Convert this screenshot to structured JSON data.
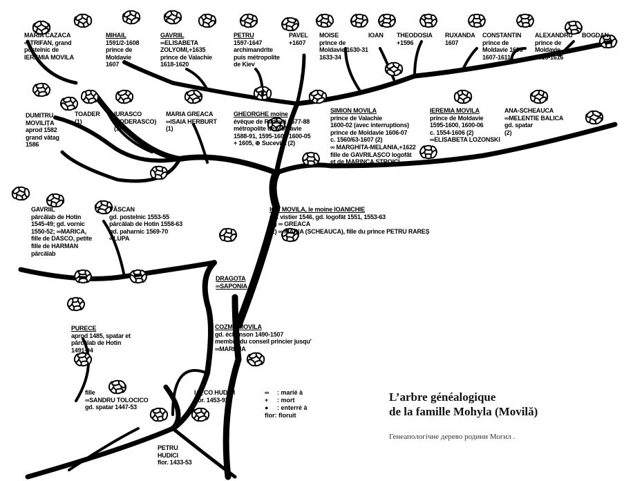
{
  "title": [
    "L’arbre généalogique",
    "de la famille Mohyla (Movilă)"
  ],
  "subtitle": "Генеапологічне дерево родини Могил .",
  "legend": [
    {
      "symbol": "∞",
      "text": ": marié à"
    },
    {
      "symbol": "+",
      "text": ": mort"
    },
    {
      "symbol": "●",
      "text": ": enterré à"
    },
    {
      "symbol": "flor",
      "text": ": floruit"
    }
  ],
  "persons": [
    {
      "id": "maria-cazaca",
      "lines": [
        "MARIA CAZACA",
        "∞ TRIFAN, grand",
        "postelnic de",
        "IEREMIA MOVILA"
      ]
    },
    {
      "id": "mihail",
      "lines": [
        "MIHAIL",
        "1591/2-1608",
        "prince de",
        "Moldavie",
        "1607"
      ]
    },
    {
      "id": "gavriil",
      "lines": [
        "GAVRIIL",
        "∞ELISABETA",
        "ZOLYOMI,+1635",
        "prince de Valachie",
        "1618-1620"
      ]
    },
    {
      "id": "petru",
      "lines": [
        "PETRU",
        "1597-1647",
        "archimandrite",
        "puis métropolite",
        "de Kiev"
      ]
    },
    {
      "id": "pavel",
      "lines": [
        "PAVEL",
        "+1607"
      ]
    },
    {
      "id": "moise",
      "lines": [
        "MOISE",
        "prince de",
        "Moldavie 1630-31",
        "1633-34"
      ]
    },
    {
      "id": "ioan",
      "lines": [
        "IOAN"
      ]
    },
    {
      "id": "theodosia",
      "lines": [
        "THEODOSIA",
        "+1596"
      ]
    },
    {
      "id": "ruxanda",
      "lines": [
        "RUXANDA",
        "1607"
      ]
    },
    {
      "id": "constantin",
      "lines": [
        "CONSTANTIN",
        "prince de",
        "Moldavie 1606",
        "1607-1611"
      ]
    },
    {
      "id": "alexandru",
      "lines": [
        "ALEXANDRU",
        "prince de",
        "Moldavie",
        "1615-1616"
      ]
    },
    {
      "id": "bogdan",
      "lines": [
        "BOGDAN"
      ]
    },
    {
      "id": "dumitru",
      "lines": [
        "DUMITRU",
        "MOVILIȚA",
        "aprod 1582",
        "grand vătag",
        "1586"
      ]
    },
    {
      "id": "toader",
      "lines": [
        "TOADER",
        "(1)"
      ]
    },
    {
      "id": "iurasco",
      "lines": [
        "IURASCO",
        "(TODERASCO)",
        "(1)"
      ]
    },
    {
      "id": "maria-greaca",
      "lines": [
        "MARIA GREACA",
        "∞ISAIA HERBURT",
        "(1)"
      ]
    },
    {
      "id": "gheorghe",
      "lines": [
        "GHEORGHE moine",
        "évêque de Rădăuți 1577-88",
        "métropolite de Moldavie",
        "1588-91, 1595-1600 1600-05",
        "+ 1605, ⊕ Sucevița (2)"
      ]
    },
    {
      "id": "simion",
      "lines": [
        "SIMION MOVILA",
        "prince de Valachie",
        "1600-02 (avec interruptions)",
        "prince de Moldavie 1606-07",
        "c. 1560/63-1607 (2)",
        "∞ MARGHITA-MELANIA,+1622",
        "fille de GAVRILAȘCO logofăt",
        "et de MARINCA STROICI"
      ]
    },
    {
      "id": "ieremia",
      "lines": [
        "IEREMIA MOVILA",
        "prince de Moldavie",
        "1595-1600, 1600-06",
        "c. 1554-1606 (2)",
        "∞ELISABETA LOZONSKI"
      ]
    },
    {
      "id": "ana",
      "lines": [
        "ANA-SCHEAUCA",
        "∞MELENTIE BALICA",
        "gd. spatar",
        "(2)"
      ]
    },
    {
      "id": "gavriil-hotin",
      "lines": [
        "GAVRIIL",
        "pârcălab de Hotin",
        "1545-49; gd. vornic",
        "1550-52; ∞MARICA,",
        "fille de DASCO, petite",
        "fille de HARMAN",
        "pârcălab"
      ]
    },
    {
      "id": "vascan",
      "lines": [
        "VĂSCAN",
        "gd. postelnic 1553-55",
        "pârcălab de Hotin 1558-63",
        "gd. paharnic 1569-70",
        "∞LUPA"
      ]
    },
    {
      "id": "ion",
      "lines": [
        "ION MOVILA, le moine IOANICHIE",
        "gd. vistier 1546, gd. logofăt 1551, 1553-63",
        "(1) ∞ GREACA",
        "(2) ∞ MARIA (SCHEAUCA), fille du prince PETRU RAREȘ"
      ]
    },
    {
      "id": "dragota",
      "lines": [
        "DRAGOTA",
        "∞SAPONIA"
      ]
    },
    {
      "id": "purece",
      "lines": [
        "PURECE",
        "aprod 1485, spatar et",
        "pârcălab de Hotin",
        "1491-94"
      ]
    },
    {
      "id": "cozma",
      "lines": [
        "COZMA MOVILA",
        "gd. échanson 1490-1507",
        "membre du conseil princier jusqu'",
        "∞MARENA"
      ]
    },
    {
      "id": "fille",
      "lines": [
        "fille",
        "∞SANDRU TOLOCICO",
        "gd. spatar 1447-53"
      ]
    },
    {
      "id": "iatco",
      "lines": [
        "IAȚCO HUDICI",
        "flor. 1453-92"
      ]
    },
    {
      "id": "petru-hudici",
      "lines": [
        "PETRU",
        "HUDICI",
        "flor. 1433-53"
      ]
    }
  ]
}
